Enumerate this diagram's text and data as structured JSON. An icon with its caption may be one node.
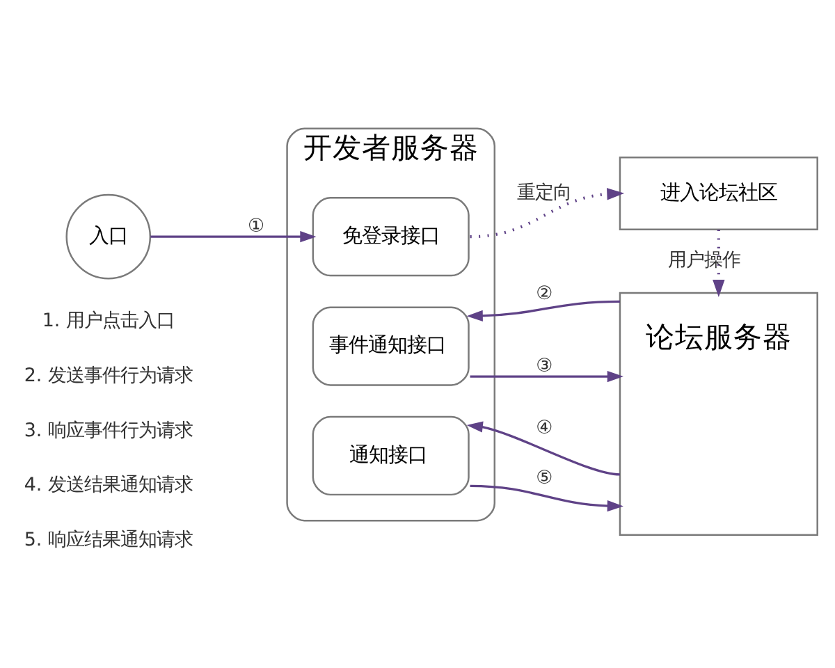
{
  "diagram": {
    "nodes": [
      {
        "text": [
          "开发者服务器"
        ]
      },
      {
        "text": [
          "入口"
        ]
      },
      {
        "text": [
          "免登录接口"
        ],
        "in": 0
      },
      {
        "text": [
          "事件通知接口"
        ],
        "in": 0
      },
      {
        "text": [
          "通知接口"
        ],
        "in": 0
      },
      {
        "text": [
          "进入论坛社区"
        ]
      },
      {
        "text": [
          "论坛服务器"
        ]
      }
    ],
    "edges": [
      {
        "from": 1,
        "to": 2,
        "arrow": "to",
        "label": "①"
      },
      {
        "from": 2,
        "to": 5,
        "arrow": "to",
        "label": "重定向",
        "style": "dashed"
      },
      {
        "from": 5,
        "to": 6,
        "arrow": "to",
        "label": "用户操作",
        "style": "dashed"
      },
      {
        "from": 6,
        "to": 3,
        "arrow": "to",
        "label": "②"
      },
      {
        "from": 3,
        "to": 6,
        "arrow": "to",
        "label": "③"
      },
      {
        "from": 6,
        "to": 4,
        "arrow": "to",
        "label": "④"
      },
      {
        "from": 4,
        "to": 6,
        "arrow": "to",
        "label": "⑤"
      }
    ],
    "labels": [
      "1. 用户点击入口",
      "2. 发送事件行为请求",
      "3. 响应事件行为请求",
      "4. 发送结果通知请求",
      "5. 响应结果通知请求"
    ]
  }
}
